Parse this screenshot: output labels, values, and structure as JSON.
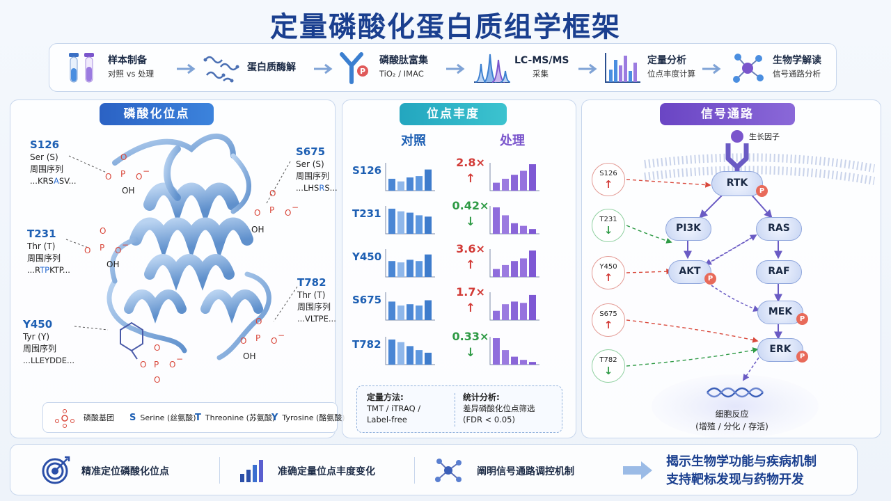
{
  "title": "定量磷酸化蛋白质组学框架",
  "workflow": [
    {
      "title": "样本制备",
      "sub": "对照 vs 处理"
    },
    {
      "title": "蛋白质酶解",
      "sub": ""
    },
    {
      "title": "磷酸肽富集",
      "sub": "TiO₂ / IMAC"
    },
    {
      "title": "LC-MS/MS",
      "sub": "采集"
    },
    {
      "title": "定量分析",
      "sub": "位点丰度计算"
    },
    {
      "title": "生物学解读",
      "sub": "信号通路分析"
    }
  ],
  "sites_panel": {
    "heading": "磷酸化位点",
    "sites": [
      {
        "code": "S126",
        "residue": "Ser (S)",
        "label": "周围序列",
        "seq_pre": "...KRS",
        "seq_hl": "A",
        "seq_post": "SV..."
      },
      {
        "code": "S675",
        "residue": "Ser (S)",
        "label": "周围序列",
        "seq_pre": "...LHS",
        "seq_hl": "R",
        "seq_post": "S..."
      },
      {
        "code": "T231",
        "residue": "Thr (T)",
        "label": "周围序列",
        "seq_pre": "...R",
        "seq_hl": "TP",
        "seq_post": "KTP..."
      },
      {
        "code": "T782",
        "residue": "Thr (T)",
        "label": "周围序列",
        "seq_pre": "...VLTPE...",
        "seq_hl": "",
        "seq_post": ""
      },
      {
        "code": "Y450",
        "residue": "Tyr (Y)",
        "label": "周围序列",
        "seq_pre": "...LLEYDDE...",
        "seq_hl": "",
        "seq_post": ""
      }
    ],
    "phospho": {
      "p": "P",
      "o": "O",
      "charge": "−",
      "oh": "OH"
    },
    "legend": [
      {
        "symbol": "",
        "text": "磷酸基团"
      },
      {
        "symbol": "S",
        "text": "Serine (丝氨酸)"
      },
      {
        "symbol": "T",
        "text": "Threonine (苏氨酸)"
      },
      {
        "symbol": "Y",
        "text": "Tyrosine (酪氨酸)"
      }
    ]
  },
  "abundance_panel": {
    "heading": "位点丰度",
    "control_label": "对照",
    "treatment_label": "处理",
    "rows": [
      {
        "site": "S126",
        "fold": "2.8×",
        "direction": "up",
        "control": [
          0.45,
          0.35,
          0.5,
          0.55,
          0.8
        ],
        "treatment": [
          0.3,
          0.45,
          0.6,
          0.75,
          1.0
        ]
      },
      {
        "site": "T231",
        "fold": "0.42×",
        "direction": "down",
        "control": [
          0.95,
          0.85,
          0.8,
          0.7,
          0.65
        ],
        "treatment": [
          1.0,
          0.7,
          0.4,
          0.3,
          0.18
        ]
      },
      {
        "site": "Y450",
        "fold": "3.6×",
        "direction": "up",
        "control": [
          0.6,
          0.55,
          0.65,
          0.6,
          0.85
        ],
        "treatment": [
          0.3,
          0.45,
          0.6,
          0.7,
          1.0
        ]
      },
      {
        "site": "S675",
        "fold": "1.7×",
        "direction": "up",
        "control": [
          0.7,
          0.55,
          0.6,
          0.55,
          0.75
        ],
        "treatment": [
          0.35,
          0.6,
          0.7,
          0.65,
          0.95
        ]
      },
      {
        "site": "T782",
        "fold": "0.33×",
        "direction": "down",
        "control": [
          0.95,
          0.85,
          0.7,
          0.55,
          0.45
        ],
        "treatment": [
          1.0,
          0.55,
          0.3,
          0.18,
          0.1
        ]
      }
    ],
    "method": {
      "title": "定量方法:",
      "lines": [
        "TMT / iTRAQ /",
        "Label-free"
      ],
      "stat_title": "统计分析:",
      "stat_lines": [
        "差异磷酸化位点筛选",
        "(FDR < 0.05)"
      ]
    }
  },
  "pathway_panel": {
    "heading": "信号通路",
    "growth_factor": "生长因子",
    "nodes": [
      "RTK",
      "PI3K",
      "RAS",
      "AKT",
      "RAF",
      "MEK",
      "ERK"
    ],
    "p_badge": "P",
    "site_markers": [
      {
        "code": "S126",
        "direction": "up"
      },
      {
        "code": "T231",
        "direction": "down"
      },
      {
        "code": "Y450",
        "direction": "up"
      },
      {
        "code": "S675",
        "direction": "up"
      },
      {
        "code": "T782",
        "direction": "down"
      }
    ],
    "response_title": "细胞反应",
    "response_sub": "(增殖 / 分化 / 存活)"
  },
  "bottom": {
    "items": [
      "精准定位磷酸化位点",
      "准确定量位点丰度变化",
      "阐明信号通路调控机制"
    ],
    "conclusion": [
      "揭示生物学功能与疾病机制",
      "支持靶标发现与药物开发"
    ]
  },
  "colors": {
    "brand": "#1a3f8f",
    "blue": "#3b7fd0",
    "teal": "#2fb3c4",
    "purple": "#7a55cc",
    "up": "#d23a36",
    "down": "#2e9a45",
    "phospho": "#d9483b"
  }
}
